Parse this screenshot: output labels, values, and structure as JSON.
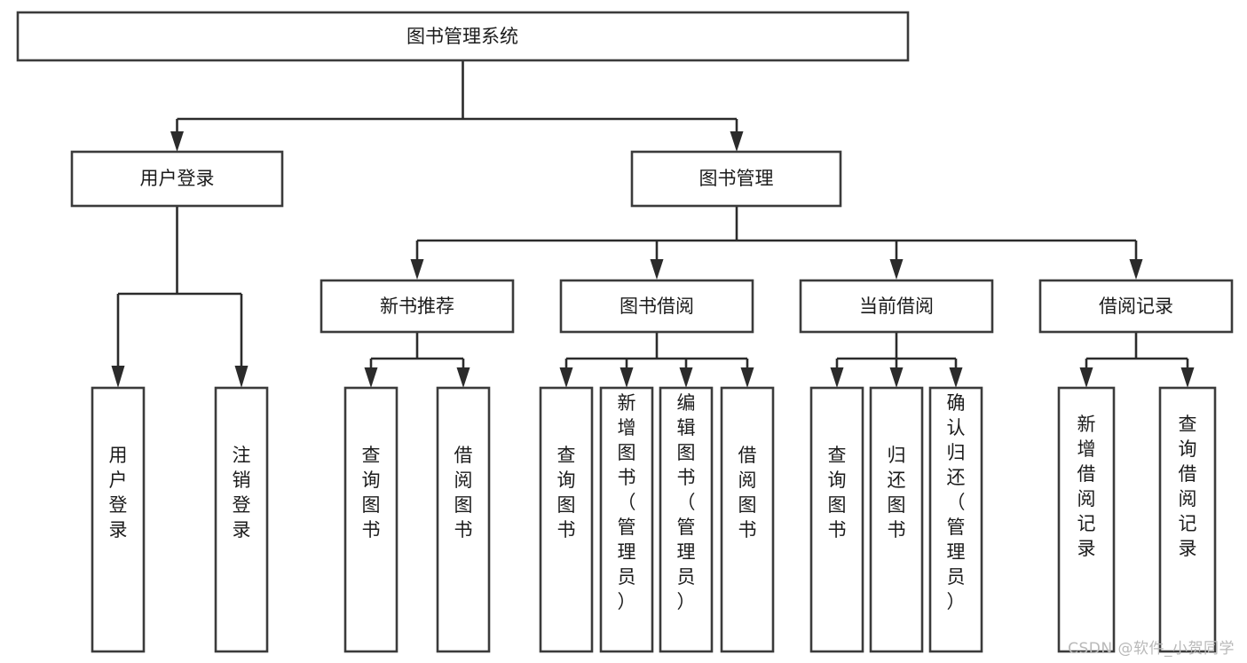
{
  "diagram": {
    "type": "tree-hierarchy",
    "title": "图书管理系统",
    "orientation": "top-down",
    "watermark": "CSDN @软件_小贺同学",
    "colors": {
      "box_fill": "#ffffff",
      "box_stroke": "#3b3b3b",
      "connector": "#2b2b2b",
      "label": "#1b1b1b",
      "watermark": "#b9b9b9",
      "background": "#ffffff"
    },
    "nodes": {
      "root": {
        "label": "图书管理系统",
        "level": 0,
        "orientation": "horizontal"
      },
      "user_login": {
        "label": "用户登录",
        "level": 1,
        "orientation": "horizontal"
      },
      "book_manage": {
        "label": "图书管理",
        "level": 1,
        "orientation": "horizontal"
      },
      "new_book_rec": {
        "label": "新书推荐",
        "level": 2,
        "orientation": "horizontal"
      },
      "book_borrow": {
        "label": "图书借阅",
        "level": 2,
        "orientation": "horizontal"
      },
      "current_borrow": {
        "label": "当前借阅",
        "level": 2,
        "orientation": "horizontal"
      },
      "borrow_record": {
        "label": "借阅记录",
        "level": 2,
        "orientation": "horizontal"
      },
      "leaf_user_login": {
        "label": "用户登录",
        "level": 3,
        "orientation": "vertical"
      },
      "leaf_logout": {
        "label": "注销登录",
        "level": 3,
        "orientation": "vertical"
      },
      "leaf_query_book_1": {
        "label": "查询图书",
        "level": 3,
        "orientation": "vertical"
      },
      "leaf_borrow_book_1": {
        "label": "借阅图书",
        "level": 3,
        "orientation": "vertical"
      },
      "leaf_query_book_2": {
        "label": "查询图书",
        "level": 3,
        "orientation": "vertical"
      },
      "leaf_add_book": {
        "label": "新增图书（管理员）",
        "level": 3,
        "orientation": "vertical"
      },
      "leaf_edit_book": {
        "label": "编辑图书（管理员）",
        "level": 3,
        "orientation": "vertical"
      },
      "leaf_borrow_book_2": {
        "label": "借阅图书",
        "level": 3,
        "orientation": "vertical"
      },
      "leaf_query_book_3": {
        "label": "查询图书",
        "level": 3,
        "orientation": "vertical"
      },
      "leaf_return_book": {
        "label": "归还图书",
        "level": 3,
        "orientation": "vertical"
      },
      "leaf_confirm_return": {
        "label": "确认归还（管理员）",
        "level": 3,
        "orientation": "vertical"
      },
      "leaf_add_record": {
        "label": "新增借阅记录",
        "level": 3,
        "orientation": "vertical"
      },
      "leaf_query_record": {
        "label": "查询借阅记录",
        "level": 3,
        "orientation": "vertical"
      }
    },
    "edges": [
      {
        "from": "root",
        "to": "user_login"
      },
      {
        "from": "root",
        "to": "book_manage"
      },
      {
        "from": "user_login",
        "to": "leaf_user_login"
      },
      {
        "from": "user_login",
        "to": "leaf_logout"
      },
      {
        "from": "book_manage",
        "to": "new_book_rec"
      },
      {
        "from": "book_manage",
        "to": "book_borrow"
      },
      {
        "from": "book_manage",
        "to": "current_borrow"
      },
      {
        "from": "book_manage",
        "to": "borrow_record"
      },
      {
        "from": "new_book_rec",
        "to": "leaf_query_book_1"
      },
      {
        "from": "new_book_rec",
        "to": "leaf_borrow_book_1"
      },
      {
        "from": "book_borrow",
        "to": "leaf_query_book_2"
      },
      {
        "from": "book_borrow",
        "to": "leaf_add_book"
      },
      {
        "from": "book_borrow",
        "to": "leaf_edit_book"
      },
      {
        "from": "book_borrow",
        "to": "leaf_borrow_book_2"
      },
      {
        "from": "current_borrow",
        "to": "leaf_query_book_3"
      },
      {
        "from": "current_borrow",
        "to": "leaf_return_book"
      },
      {
        "from": "current_borrow",
        "to": "leaf_confirm_return"
      },
      {
        "from": "borrow_record",
        "to": "leaf_add_record"
      },
      {
        "from": "borrow_record",
        "to": "leaf_query_record"
      }
    ]
  }
}
